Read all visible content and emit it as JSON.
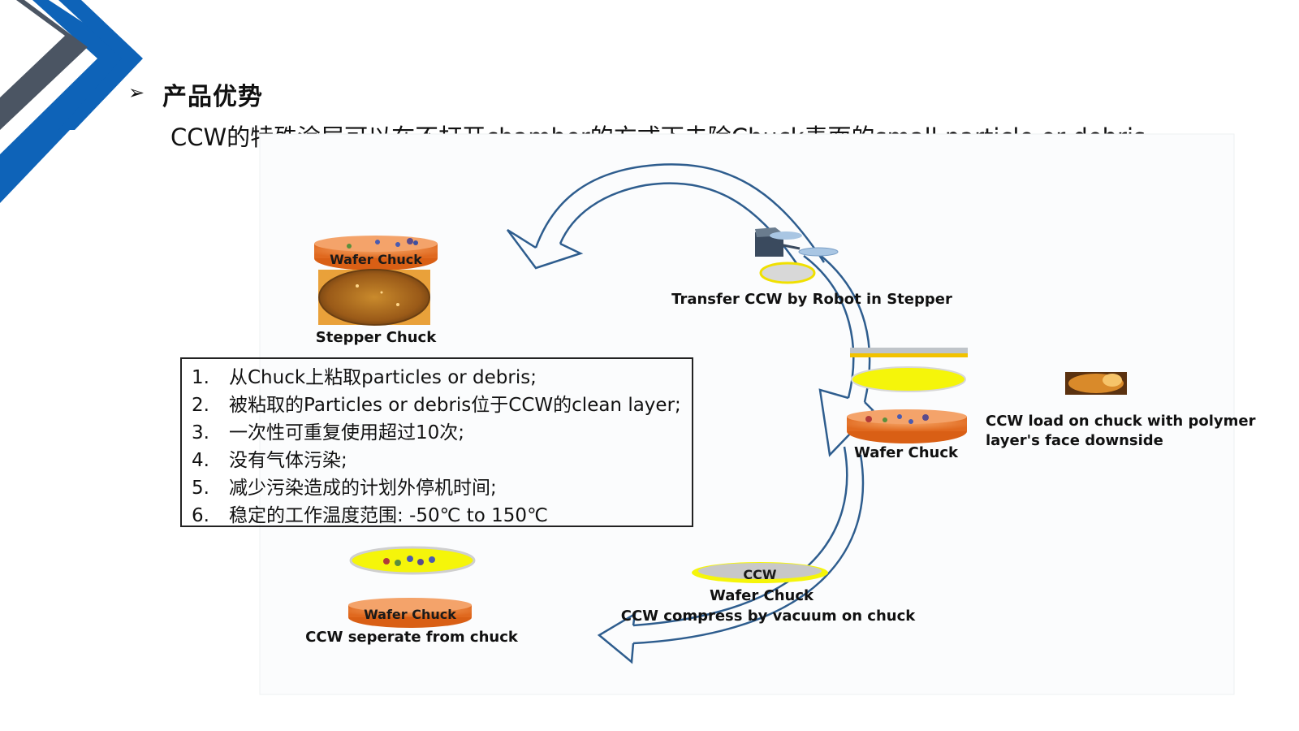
{
  "header": {
    "bullet_icon": "arrow-bullet-icon",
    "title": "产品优势",
    "subtitle": "CCW的特殊涂层可以在不打开chamber的方式下去除Chuck表面的small particle or debris"
  },
  "colors": {
    "accent_blue": "#0e63b8",
    "dark_slate": "#4b5563",
    "arrow_stroke": "#2e5d8e",
    "chuck_orange": "#e8772e",
    "ccw_yellow": "#f5f50a"
  },
  "diagram": {
    "stepper_top_chuck": "Wafer Chuck",
    "stepper_label": "Stepper  Chuck",
    "transfer_label": "Transfer CCW by Robot in Stepper",
    "load_chuck": "Wafer Chuck",
    "load_label_line1": "CCW load on chuck with polymer",
    "load_label_line2": "layer's face downside",
    "compress_ccw": "CCW",
    "compress_chuck": "Wafer Chuck",
    "compress_label": "CCW compress by vacuum on chuck",
    "separate_chuck": "Wafer Chuck",
    "separate_label": "CCW seperate from chuck"
  },
  "advantages": [
    {
      "num": "1.",
      "text": "从Chuck上粘取particles or debris;"
    },
    {
      "num": "2.",
      "text": "被粘取的Particles or debris位于CCW的clean layer;"
    },
    {
      "num": "3.",
      "text": "一次性可重复使用超过10次;"
    },
    {
      "num": "4.",
      "text": "没有气体污染;"
    },
    {
      "num": "5.",
      "text": "减少污染造成的计划外停机时间;"
    },
    {
      "num": "6.",
      "text": "稳定的工作温度范围:   -50℃ to 150℃"
    }
  ]
}
